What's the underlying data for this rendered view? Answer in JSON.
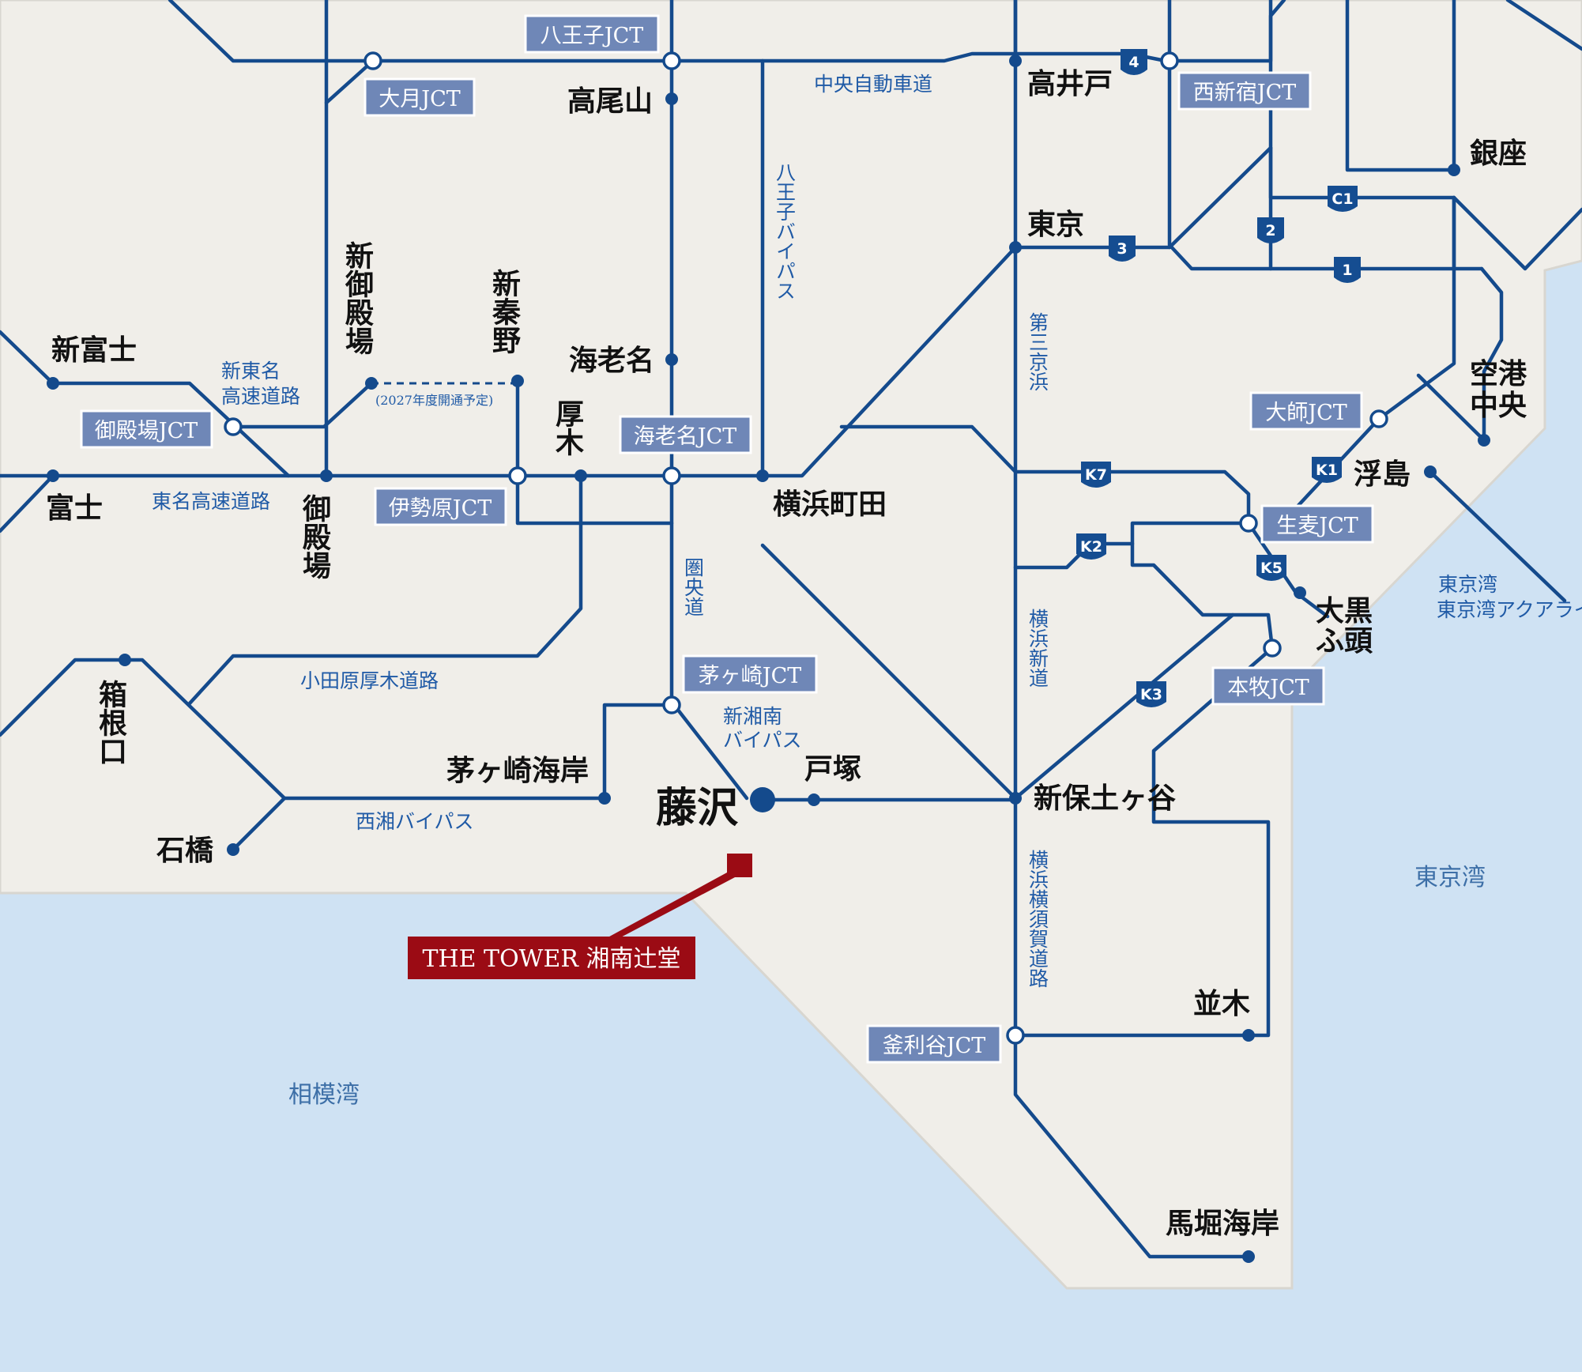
{
  "colors": {
    "sea": "#cfe2f3",
    "land": "#f0eee9",
    "road": "#144a8c",
    "jct_label_bg": "#6f87b7",
    "target": "#9b0b14"
  },
  "places": {
    "takaosan": "高尾山",
    "ebina": "海老名",
    "atsugi": "厚木",
    "shin_hadano": "新秦野",
    "shin_gotemba": "新御殿場",
    "shin_fuji": "新富士",
    "fuji": "富士",
    "gotemba": "御殿場",
    "hakone_guchi": "箱根口",
    "ishibashi": "石橋",
    "chigasaki_kaigan": "茅ヶ崎海岸",
    "fujisawa": "藤沢",
    "totsuka": "戸塚",
    "yokohama_machida": "横浜町田",
    "takaido": "高井戸",
    "tokyo": "東京",
    "ginza": "銀座",
    "kuko_chuo": "空港中央",
    "ukishima": "浮島",
    "daikoku_futo": "大黒ふ頭",
    "shin_hodogaya": "新保土ヶ谷",
    "namiki": "並木",
    "maborikaigan": "馬堀海岸"
  },
  "jct_labels": {
    "hachioji": "八王子JCT",
    "otsuki": "大月JCT",
    "nishishinjuku": "西新宿JCT",
    "gotemba": "御殿場JCT",
    "isehara": "伊勢原JCT",
    "ebina": "海老名JCT",
    "chigasaki": "茅ヶ崎JCT",
    "daishi": "大師JCT",
    "namamugi": "生麦JCT",
    "honmoku": "本牧JCT",
    "kamariya": "釜利谷JCT"
  },
  "road_labels": {
    "chuo": "中央自動車道",
    "hachioji_bypass": "八王子バイパス",
    "daisan_keihin": "第三京浜",
    "shin_tomei": "新東名高速道路",
    "tomei": "東名高速道路",
    "odawara_atsugi": "小田原厚木道路",
    "seisho_bypass": "西湘バイパス",
    "ken_o": "圏央道",
    "shin_shonan": "新湘南バイパス",
    "yokohama_shindo": "横浜新道",
    "yokohama_yokosuka": "横浜横須賀道路",
    "aqualine": "東京湾アクアライン"
  },
  "sea_labels": {
    "sagami": "相模湾",
    "tokyo_bay": "東京湾",
    "tokyo_bay_2": "東京湾"
  },
  "planned_note": "(2027年度開通予定)",
  "route_shields": {
    "r4": "4",
    "r3": "3",
    "r2": "2",
    "r1": "1",
    "c1": "C1",
    "k1": "K1",
    "k2": "K2",
    "k3": "K3",
    "k5": "K5",
    "k7": "K7"
  },
  "target": {
    "label": "THE TOWER 湘南辻堂"
  }
}
